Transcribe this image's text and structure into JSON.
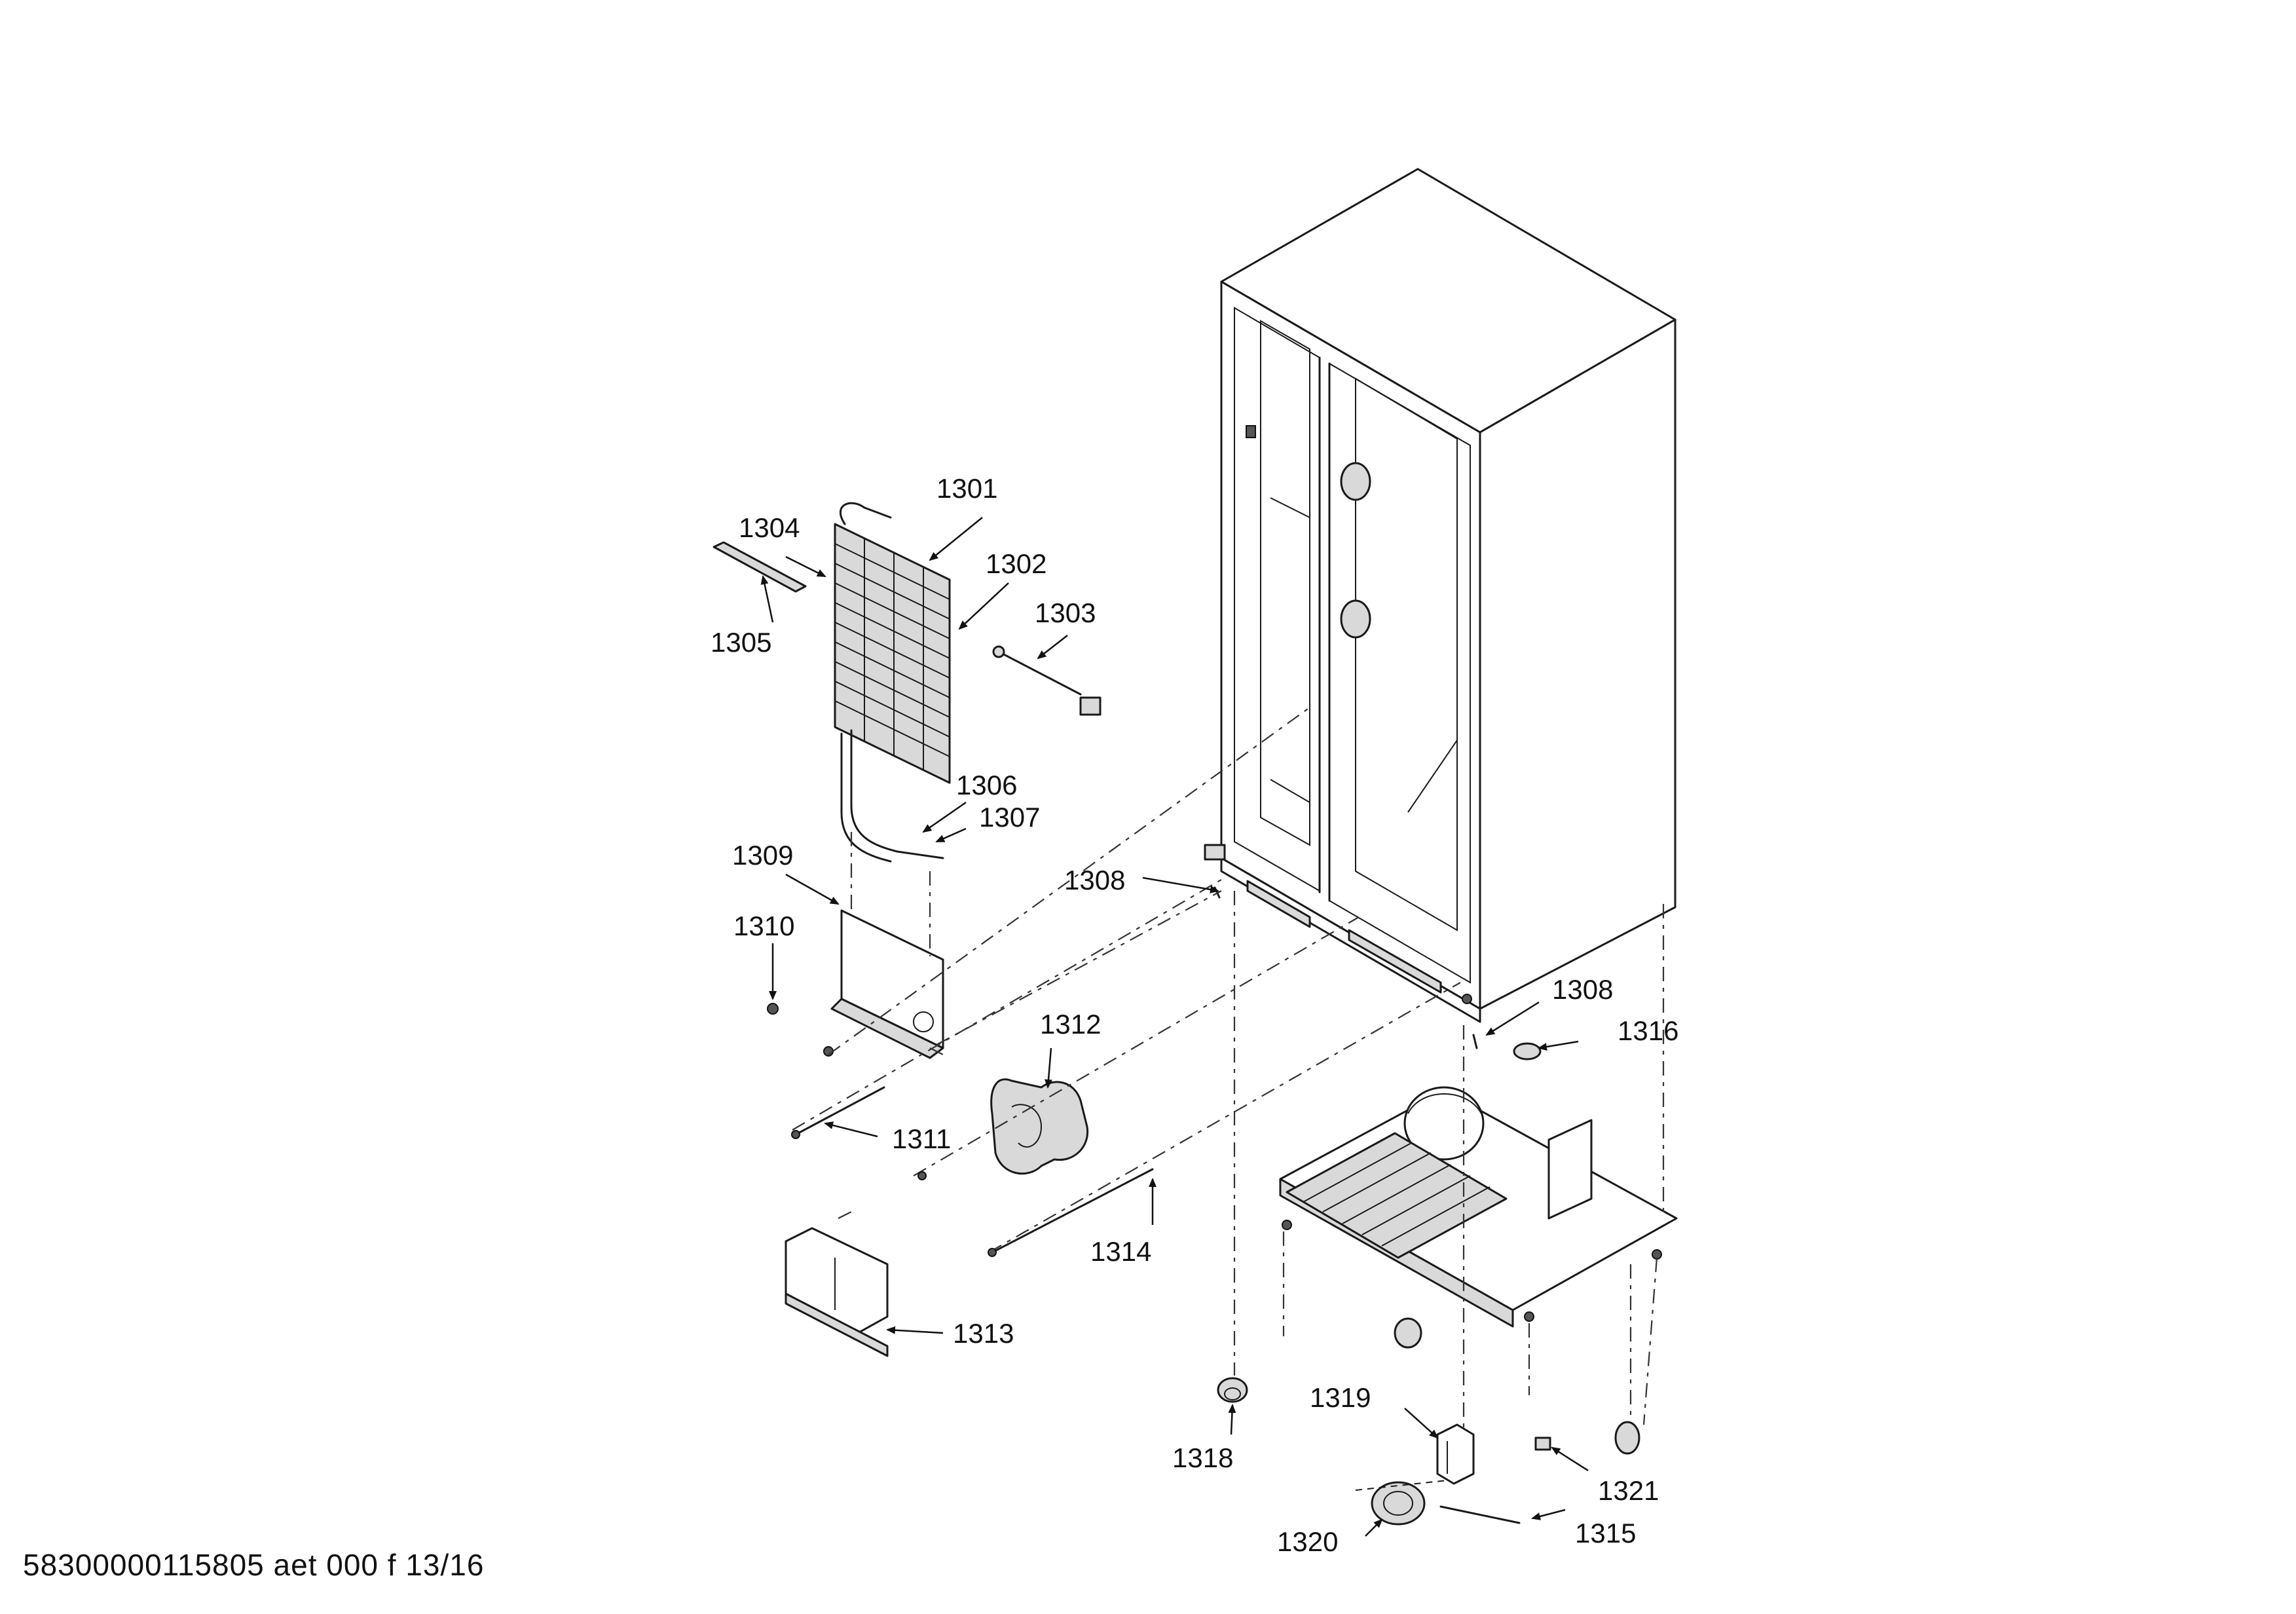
{
  "document_id": "58300000115805 aet 000 f 13/16",
  "part_labels": {
    "p1301": "1301",
    "p1302": "1302",
    "p1303": "1303",
    "p1304": "1304",
    "p1305": "1305",
    "p1306": "1306",
    "p1307": "1307",
    "p1308a": "1308",
    "p1308b": "1308",
    "p1309": "1309",
    "p1310": "1310",
    "p1311": "1311",
    "p1312": "1312",
    "p1313": "1313",
    "p1314": "1314",
    "p1315": "1315",
    "p1316": "1316",
    "p1318": "1318",
    "p1319": "1319",
    "p1320": "1320",
    "p1321": "1321"
  }
}
